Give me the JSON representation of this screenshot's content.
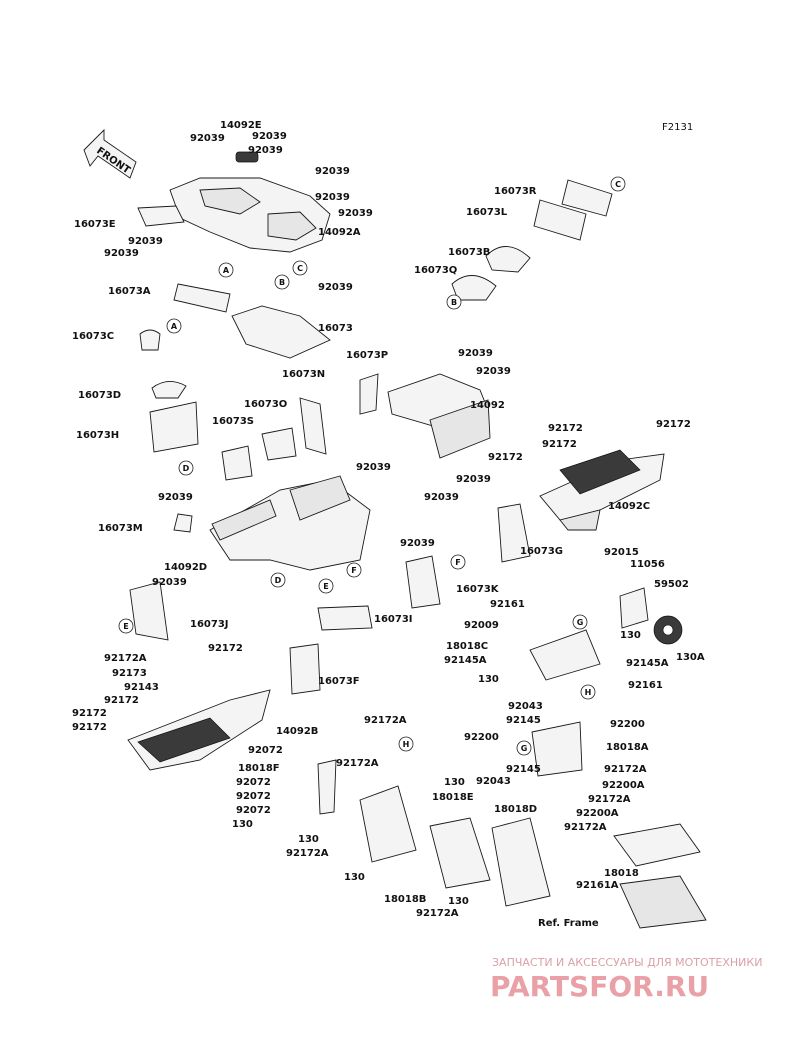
{
  "diagram": {
    "code": "F2131",
    "front_label": "FRONT",
    "ref_frame": "Ref. Frame",
    "watermark": {
      "subtitle": "ЗАПЧАСТИ И АКСЕССУАРЫ ДЛЯ МОТОТЕХНИКИ",
      "brand": "PARTSFOR.RU",
      "color": "#e9a0a6"
    },
    "callouts": [
      {
        "id": "A",
        "label": "A"
      },
      {
        "id": "B",
        "label": "B"
      },
      {
        "id": "C",
        "label": "C"
      },
      {
        "id": "D",
        "label": "D"
      },
      {
        "id": "E",
        "label": "E"
      },
      {
        "id": "F",
        "label": "F"
      },
      {
        "id": "G",
        "label": "G"
      },
      {
        "id": "H",
        "label": "H"
      }
    ],
    "labels": [
      "14092E",
      "92039",
      "92039",
      "92039",
      "92039",
      "92039",
      "92039",
      "16073E",
      "92039",
      "92039",
      "14092A",
      "92039",
      "16073A",
      "16073C",
      "16073",
      "16073R",
      "16073L",
      "16073B",
      "16073Q",
      "16073P",
      "92039",
      "92039",
      "14092",
      "92039",
      "92039",
      "16073D",
      "16073N",
      "16073O",
      "16073H",
      "16073S",
      "92172",
      "92172",
      "92172",
      "92172",
      "14092C",
      "92039",
      "92039",
      "16073M",
      "92039",
      "14092D",
      "92039",
      "16073J",
      "16073G",
      "92015",
      "11056",
      "59502",
      "16073K",
      "92161",
      "92009",
      "130",
      "18018C",
      "92145A",
      "92145A",
      "130A",
      "130",
      "16073I",
      "92161",
      "92172A",
      "92172",
      "92173",
      "92143",
      "92172",
      "92172",
      "92172",
      "16073F",
      "14092B",
      "92043",
      "92145",
      "92200",
      "92200",
      "18018A",
      "92145",
      "92043",
      "92172A",
      "92072",
      "18018F",
      "92172A",
      "92072",
      "92072",
      "92072",
      "130",
      "130",
      "18018E",
      "18018D",
      "130",
      "92172A",
      "130",
      "18018B",
      "130",
      "92172A",
      "92172A",
      "92200A",
      "92172A",
      "92200A",
      "92172A",
      "18018",
      "92161A"
    ]
  }
}
